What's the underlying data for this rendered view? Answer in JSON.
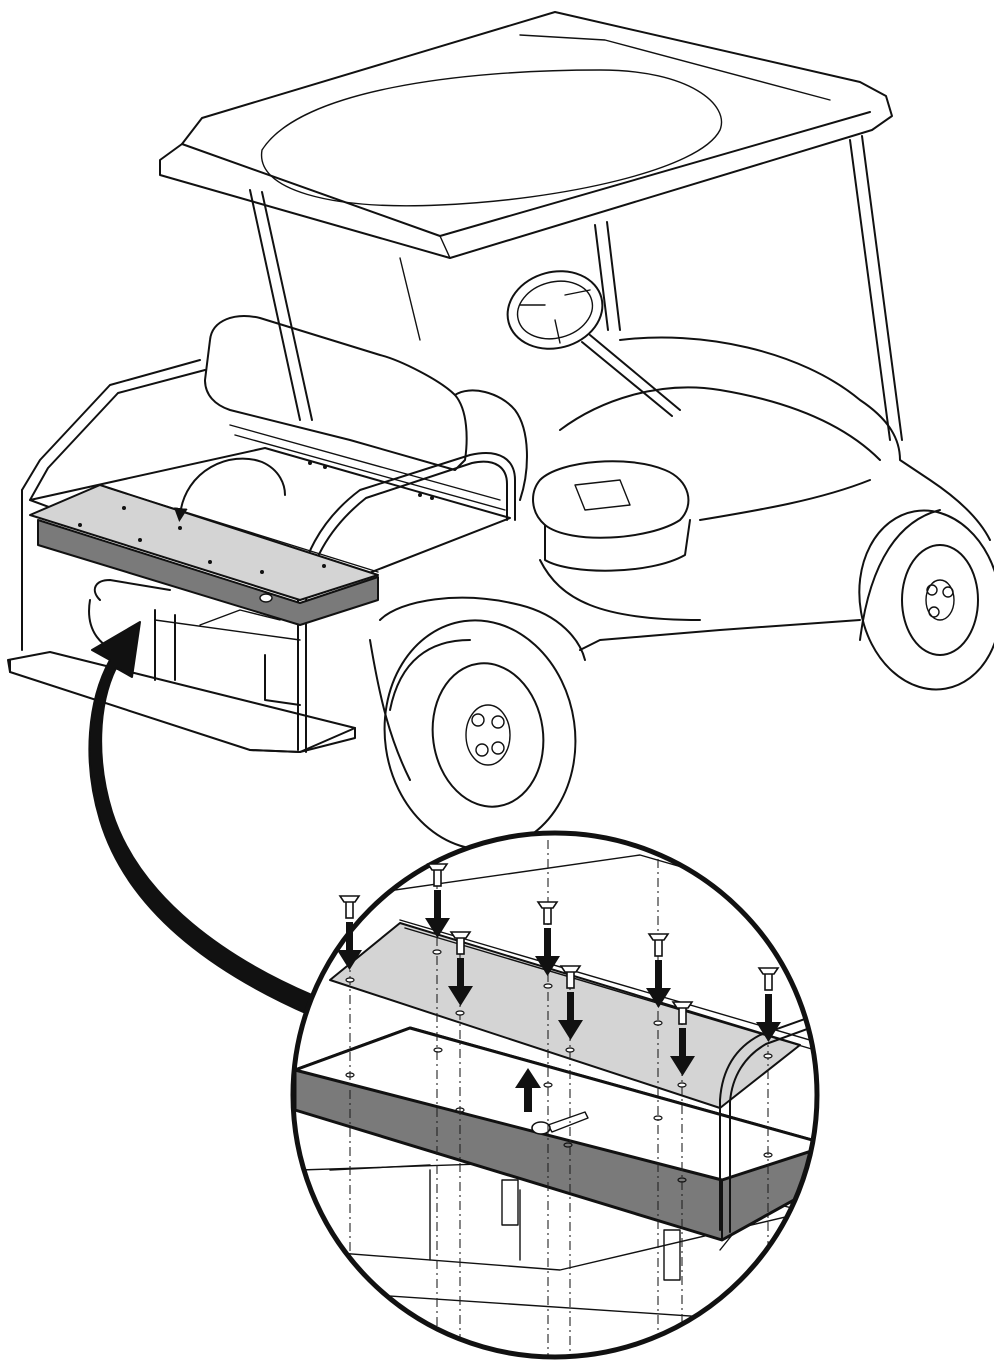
{
  "illustration": {
    "colors": {
      "line": "#111111",
      "panel_top": "#d4d4d4",
      "panel_side": "#7a7a7a",
      "background": "#ffffff"
    },
    "icons": [
      "golf-cart",
      "rear-seat-panel",
      "mounting-bolt",
      "down-arrow",
      "up-arrow",
      "rotation-arrow",
      "callout-arrow",
      "magnifier-circle"
    ]
  }
}
